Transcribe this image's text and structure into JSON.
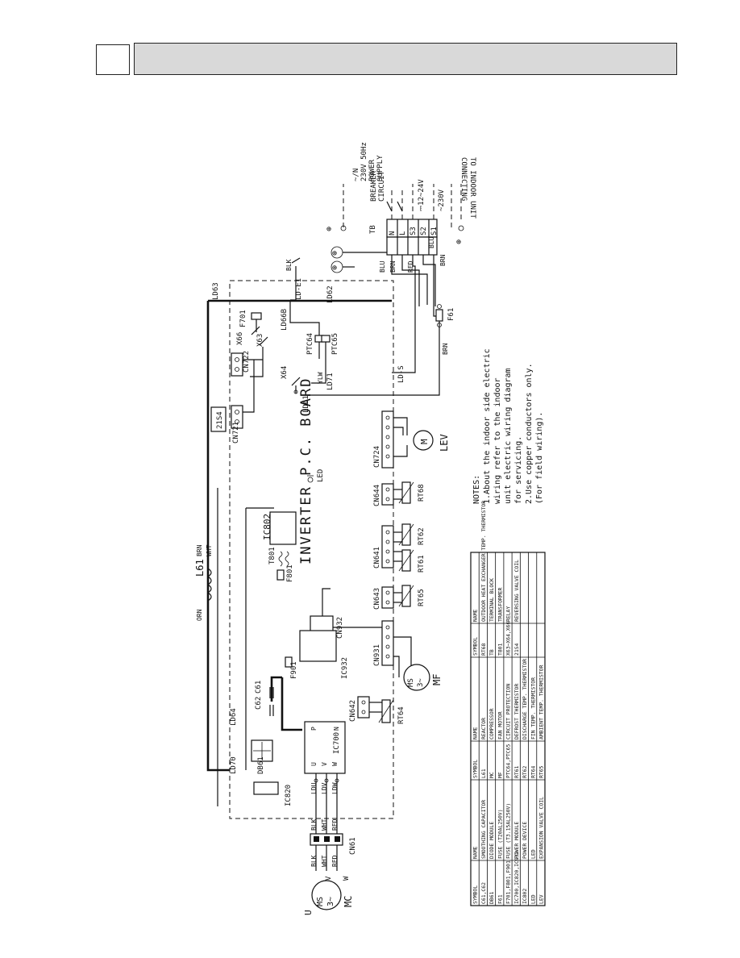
{
  "board": {
    "title": "INVERTER P.C. BOARD",
    "led": "LED"
  },
  "supply": {
    "line1": "~/N",
    "line2": "230V 50Hz",
    "line3": "POWER",
    "line4": "SUPPLY",
    "breaker1": "CIRCUIT",
    "breaker2": "BREAKER",
    "tb": "TB",
    "terminals": [
      "N",
      "L",
      "S3",
      "S2",
      "S1"
    ],
    "dc_label": "⎓12~24V",
    "ac_label": "~230V",
    "to_indoor1": "TO INDOOR UNIT",
    "to_indoor2": "CONNECTING"
  },
  "wires": {
    "blu": "BLU",
    "brn": "BRN",
    "red": "RED",
    "blk": "BLK",
    "wht": "WHT",
    "orn": "ORN",
    "ylw": "YLW"
  },
  "components": {
    "ld63": "LD63",
    "ld62": "LD62",
    "lde1": "LD-E1",
    "ld66b": "LD66B",
    "f701": "F701",
    "x66": "X66",
    "x63": "X63",
    "cn722": "CN722",
    "cn721": "CN721",
    "s21s4": "21S4",
    "x64": "X64",
    "ptc64": "PTC64",
    "ptc65": "PTC65",
    "ld71": "LD71",
    "lds": "LD-S",
    "ld61": "LD61",
    "f61": "F61",
    "cn724": "CN724",
    "lev_m": "M",
    "lev": "LEV",
    "cn644": "CN644",
    "rt68": "RT68",
    "cn641": "CN641",
    "rt62": "RT62",
    "rt61": "RT61",
    "cn643": "CN643",
    "rt65": "RT65",
    "cn931": "CN931",
    "cn932": "CN932",
    "ic802": "IC802",
    "t801": "T801",
    "f801": "F801",
    "l61": "L61",
    "ic932": "IC932",
    "f901": "F901",
    "c61": "C61",
    "c62": "C62",
    "ld64": "LD64",
    "ld70": "LD70",
    "db61": "DB61",
    "ic820": "IC820",
    "ic700": "IC700",
    "cn642": "CN642",
    "rt64": "RT64",
    "ldu": "LDU",
    "ldv": "LDV",
    "ldw": "LDW",
    "cn61": "CN61",
    "ms": "MS",
    "ms3": "3~",
    "mc": "MC",
    "mf": "MF",
    "u": "U",
    "v": "V",
    "w": "W",
    "p": "P",
    "n": "N"
  },
  "notes": {
    "title": "NOTES:",
    "lines": [
      "1.About the indoor side electric",
      "  wiring refer to the indoor",
      "  unit electric wiring diagram",
      "  for servicing.",
      "2.Use copper conductors only.",
      "  (For field wiring)."
    ]
  },
  "legend": {
    "headers": [
      "SYMBOL",
      "NAME",
      "SYMBOL",
      "NAME",
      "SYMBOL",
      "NAME"
    ],
    "rows": [
      [
        "C61,C62",
        "SMOOTHING CAPACITOR",
        "L61",
        "REACTOR",
        "RT68",
        "OUTDOOR HEAT EXCHANGER TEMP. THERMISTOR"
      ],
      [
        "DB61",
        "DIODE MODULE",
        "MC",
        "COMPRESSOR",
        "TB",
        "TERMINAL BLOCK"
      ],
      [
        "F61",
        "FUSE (T20AL250V)",
        "MF",
        "FAN MOTOR",
        "T801",
        "TRANSFORMER"
      ],
      [
        "F701,F801,F901",
        "FUSE (T3.15AL250V)",
        "PTC64,PTC65",
        "CIRCUIT PROTECTION",
        "X63~X64,X66",
        "RELAY"
      ],
      [
        "IC700,IC820,IC932",
        "POWER MODULE",
        "RT61",
        "DEFROST THERMISTOR",
        "21S4",
        "REVERSING VALVE COIL"
      ],
      [
        "IC802",
        "POWER DEVICE",
        "RT62",
        "DISCHARGE TEMP. THERMISTOR",
        "",
        ""
      ],
      [
        "LED",
        "LED",
        "RT64",
        "FIN TEMP. THERMISTOR",
        "",
        ""
      ],
      [
        "LEV",
        "EXPANSION VALVE COIL",
        "RT65",
        "AMBIENT TEMP. THERMISTOR",
        "",
        ""
      ]
    ]
  }
}
